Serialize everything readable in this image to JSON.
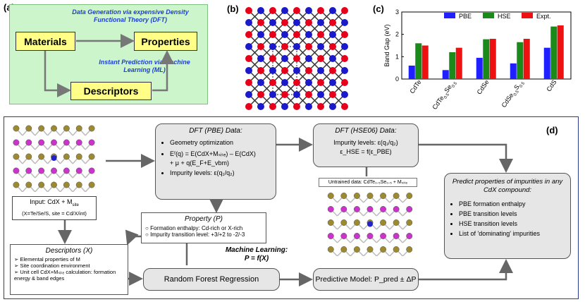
{
  "panel_a": {
    "label": "(a)",
    "dft_note": "Data Generation via expensive Density Functional Theory (DFT)",
    "ml_note": "Instant Prediction via Machine Learning (ML)",
    "materials": "Materials",
    "properties": "Properties",
    "descriptors": "Descriptors",
    "colors": {
      "background": "#ccf5cc",
      "node": "#ffff88",
      "note": "#1c3fd6"
    }
  },
  "panel_b": {
    "label": "(b)",
    "colors": {
      "red": "#e8001a",
      "blue": "#1a1acc"
    }
  },
  "panel_c": {
    "label": "(c)"
  },
  "chart_data": {
    "type": "bar",
    "title": "",
    "xlabel": "",
    "ylabel": "Band Gap (eV)",
    "ylim": [
      0,
      3
    ],
    "yticks": [
      "0",
      "1",
      "2",
      "3"
    ],
    "categories": [
      "CdTe",
      "CdTe0.5Se0.5",
      "CdSe",
      "CdSe0.5S0.5",
      "CdS"
    ],
    "category_labels": [
      {
        "main": "CdTe",
        "sub": ""
      },
      {
        "main": "CdTe",
        "sub": "0.5",
        "main2": "Se",
        "sub2": "0.5"
      },
      {
        "main": "CdSe",
        "sub": ""
      },
      {
        "main": "CdSe",
        "sub": "0.5",
        "main2": "S",
        "sub2": "0.5"
      },
      {
        "main": "CdS",
        "sub": ""
      }
    ],
    "series": [
      {
        "name": "PBE",
        "color": "#1f1fff",
        "values": [
          0.6,
          0.4,
          0.95,
          0.7,
          1.4
        ]
      },
      {
        "name": "HSE",
        "color": "#1a8a1a",
        "values": [
          1.6,
          1.2,
          1.78,
          1.65,
          2.35
        ]
      },
      {
        "name": "Expt.",
        "color": "#ee1111",
        "values": [
          1.5,
          1.4,
          1.8,
          1.8,
          2.4
        ]
      }
    ],
    "legend_position": "top",
    "grid": false
  },
  "panel_d": {
    "label": "(d)",
    "input": {
      "line1": "Input: CdX + M",
      "sub1": "site",
      "line2": "(X=Te/Se/S, site = Cd/X/int)"
    },
    "dft_pbe": {
      "title": "DFT (PBE) Data:",
      "items": [
        "Geometry optimization",
        "Eᶠ(q) = E(CdX+Mₛᵢₜₑ) – E(CdX)",
        "+ μ + q(E_F+E_vbm)",
        "Impurity levels: ε(q₁/q₂)"
      ]
    },
    "dft_hse": {
      "title": "DFT (HSE06) Data:",
      "line1": "Impurity levels: ε(q₁/q₂)",
      "line2": "ε_HSE = f(ε_PBE)"
    },
    "property": {
      "title": "Property (P)",
      "items": [
        "Formation enthalpy: Cd-rich or X-rich",
        "Impurity transition level: +3/+2 to -2/-3"
      ]
    },
    "ml_label": {
      "line1": "Machine Learning:",
      "line2": "P = f(X)"
    },
    "descriptors": {
      "title": "Descriptors (X)",
      "items": [
        "Elemental properties of M",
        "Site coordination environment",
        "Unit cell CdX+Mₛᵢₜₑ calculation: formation energy & band edges"
      ]
    },
    "rfr": "Random Forest Regression",
    "predictive": "Predictive Model: P_pred ± ΔP",
    "untrained": "Untrained data: CdTe₀.₅Se₀.₅ + Mₛᵢₜₑ",
    "predict_box": {
      "title": "Predict properties of impurities in any CdX compound:",
      "items": [
        "PBE formation enthalpy",
        "PBE transition levels",
        "HSE transition levels",
        "List of 'dominating' impurities"
      ]
    }
  }
}
